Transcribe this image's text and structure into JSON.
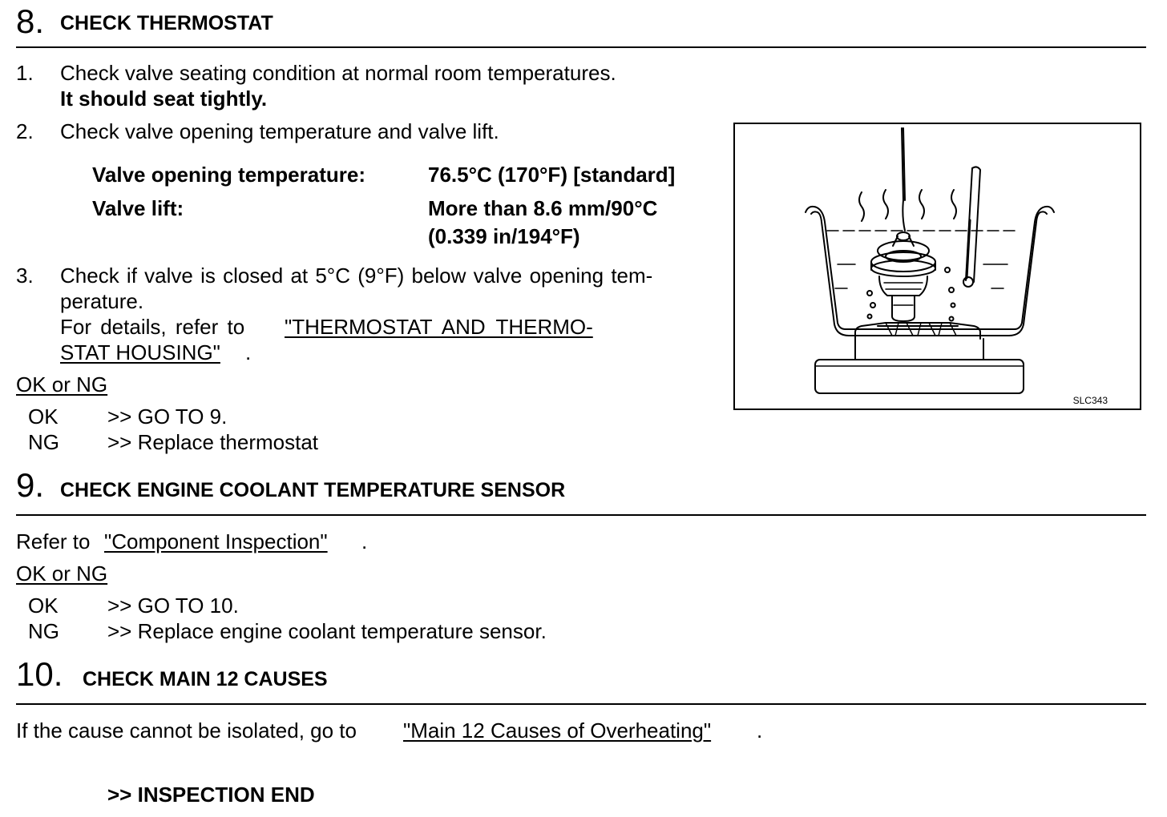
{
  "step8": {
    "number": "8.",
    "title": "CHECK THERMOSTAT",
    "item1_num": "1.",
    "item1_text": "Check valve seating condition at normal room temperatures.",
    "item1_note": "It should seat tightly.",
    "item2_num": "2.",
    "item2_text": "Check valve opening temperature and valve lift.",
    "spec_open_label": "Valve opening temperature:",
    "spec_open_value": "76.5°C (170°F) [standard]",
    "spec_lift_label": "Valve lift:",
    "spec_lift_value_1": "More than 8.6 mm/90°C",
    "spec_lift_value_2": "(0.339 in/194°F)",
    "item3_num": "3.",
    "item3_line1": "Check if valve is closed at 5°C (9°F) below valve opening tem-",
    "item3_line2": "perature.",
    "item3_ref_prefix": "For details, refer to",
    "item3_link_1": "\"THERMOSTAT AND THERMO-",
    "item3_link_2": "STAT HOUSING\"",
    "item3_suffix": ".",
    "okng": "OK or NG",
    "ok_label": "OK",
    "ok_action": ">> GO TO 9.",
    "ng_label": "NG",
    "ng_action": ">> Replace thermostat"
  },
  "figure": {
    "code": "SLC343",
    "icon": "thermostat-boiling-test-illustration"
  },
  "step9": {
    "number": "9.",
    "title": "CHECK ENGINE COOLANT TEMPERATURE SENSOR",
    "refer_prefix": "Refer to",
    "refer_link": "\"Component Inspection\"",
    "refer_suffix": ".",
    "okng": "OK or NG",
    "ok_label": "OK",
    "ok_action": ">> GO TO 10.",
    "ng_label": "NG",
    "ng_action": ">> Replace engine coolant temperature sensor."
  },
  "step10": {
    "number": "10.",
    "title": "CHECK MAIN 12 CAUSES",
    "text_prefix": "If the cause cannot be isolated, go to",
    "link": "\"Main 12 Causes of Overheating\"",
    "suffix": ".",
    "end": ">> INSPECTION END"
  }
}
